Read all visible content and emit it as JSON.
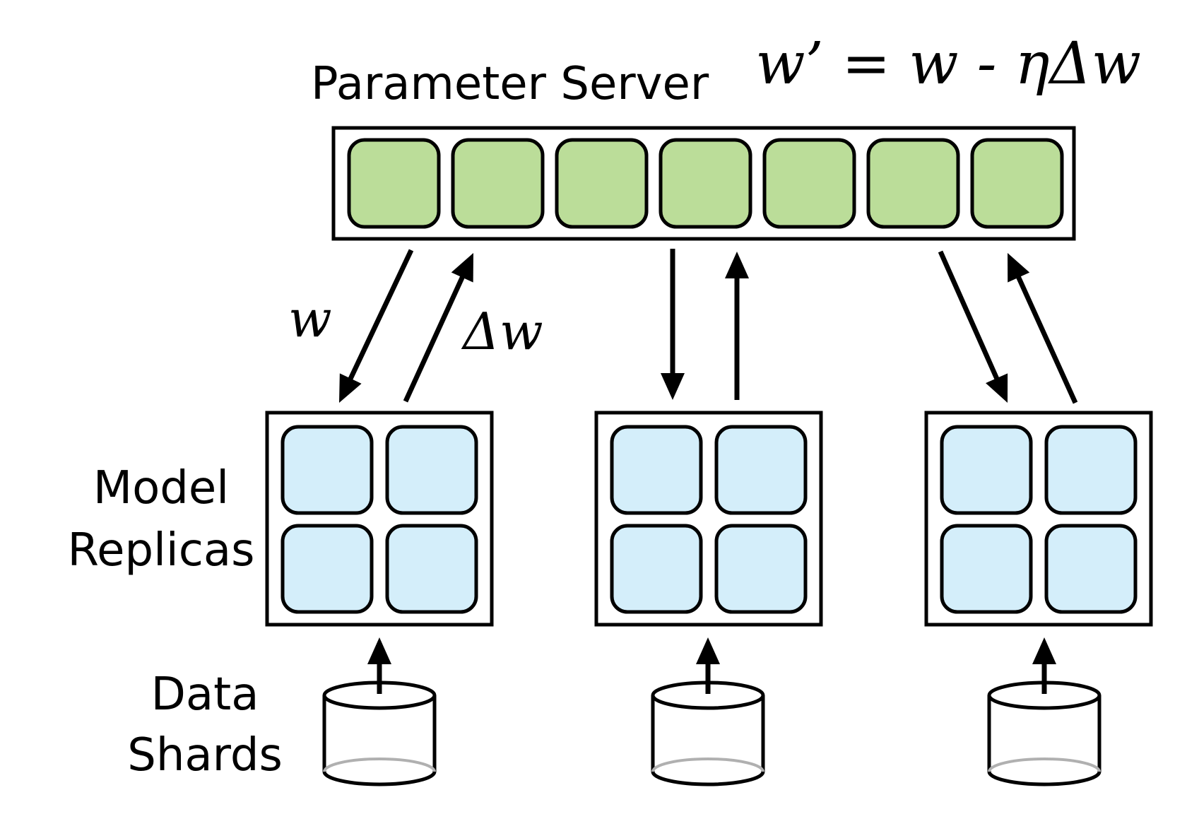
{
  "labels": {
    "parameter_server": "Parameter Server",
    "formula": "w’ = w - ηΔw",
    "weights": "w",
    "gradient": "Δw",
    "model": "Model",
    "replicas": "Replicas",
    "data": "Data",
    "shards": "Shards"
  },
  "parameter_server": {
    "shard_count": 7
  },
  "replicas": {
    "count": 3,
    "cells_per_replica": 4
  },
  "colors": {
    "parameter_fill": "#bbdd99",
    "replica_fill": "#d4eefa",
    "stroke": "#000000",
    "shard_base_line": "#b0b0b0"
  }
}
